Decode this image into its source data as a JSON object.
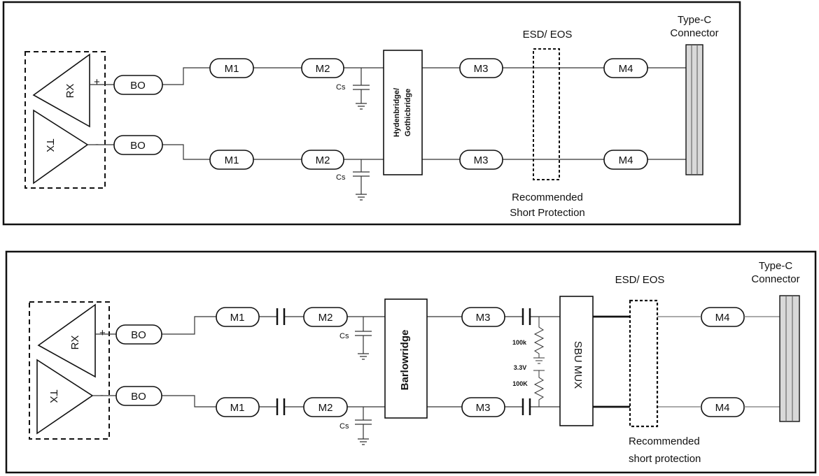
{
  "top_diagram": {
    "modules": {
      "bo": "BO",
      "m1": "M1",
      "m2": "M2",
      "m3": "M3",
      "m4": "M4"
    },
    "rx": "RX",
    "tx": "TX",
    "plus": "+",
    "minus": "-",
    "cap": "Cs",
    "bridge_line1": "Hydenbridge/",
    "bridge_line2": "Gothicbridge",
    "esd": "ESD/ EOS",
    "connector_line1": "Type-C",
    "connector_line2": "Connector",
    "protection_line1": "Recommended",
    "protection_line2": "Short Protection"
  },
  "bottom_diagram": {
    "modules": {
      "bo": "BO",
      "m1": "M1",
      "m2": "M2",
      "m3": "M3",
      "m4": "M4"
    },
    "rx": "RX",
    "tx": "TX",
    "plus": "+",
    "minus": "-",
    "cap": "Cs",
    "bridge": "Barlowridge",
    "mux": "SBU MUX",
    "r_top": "100k",
    "voltage": "3.3V",
    "r_bottom": "100K",
    "esd": "ESD/ EOS",
    "connector_line1": "Type-C",
    "connector_line2": "Connector",
    "protection_line1": "Recommended",
    "protection_line2": "short protection"
  }
}
